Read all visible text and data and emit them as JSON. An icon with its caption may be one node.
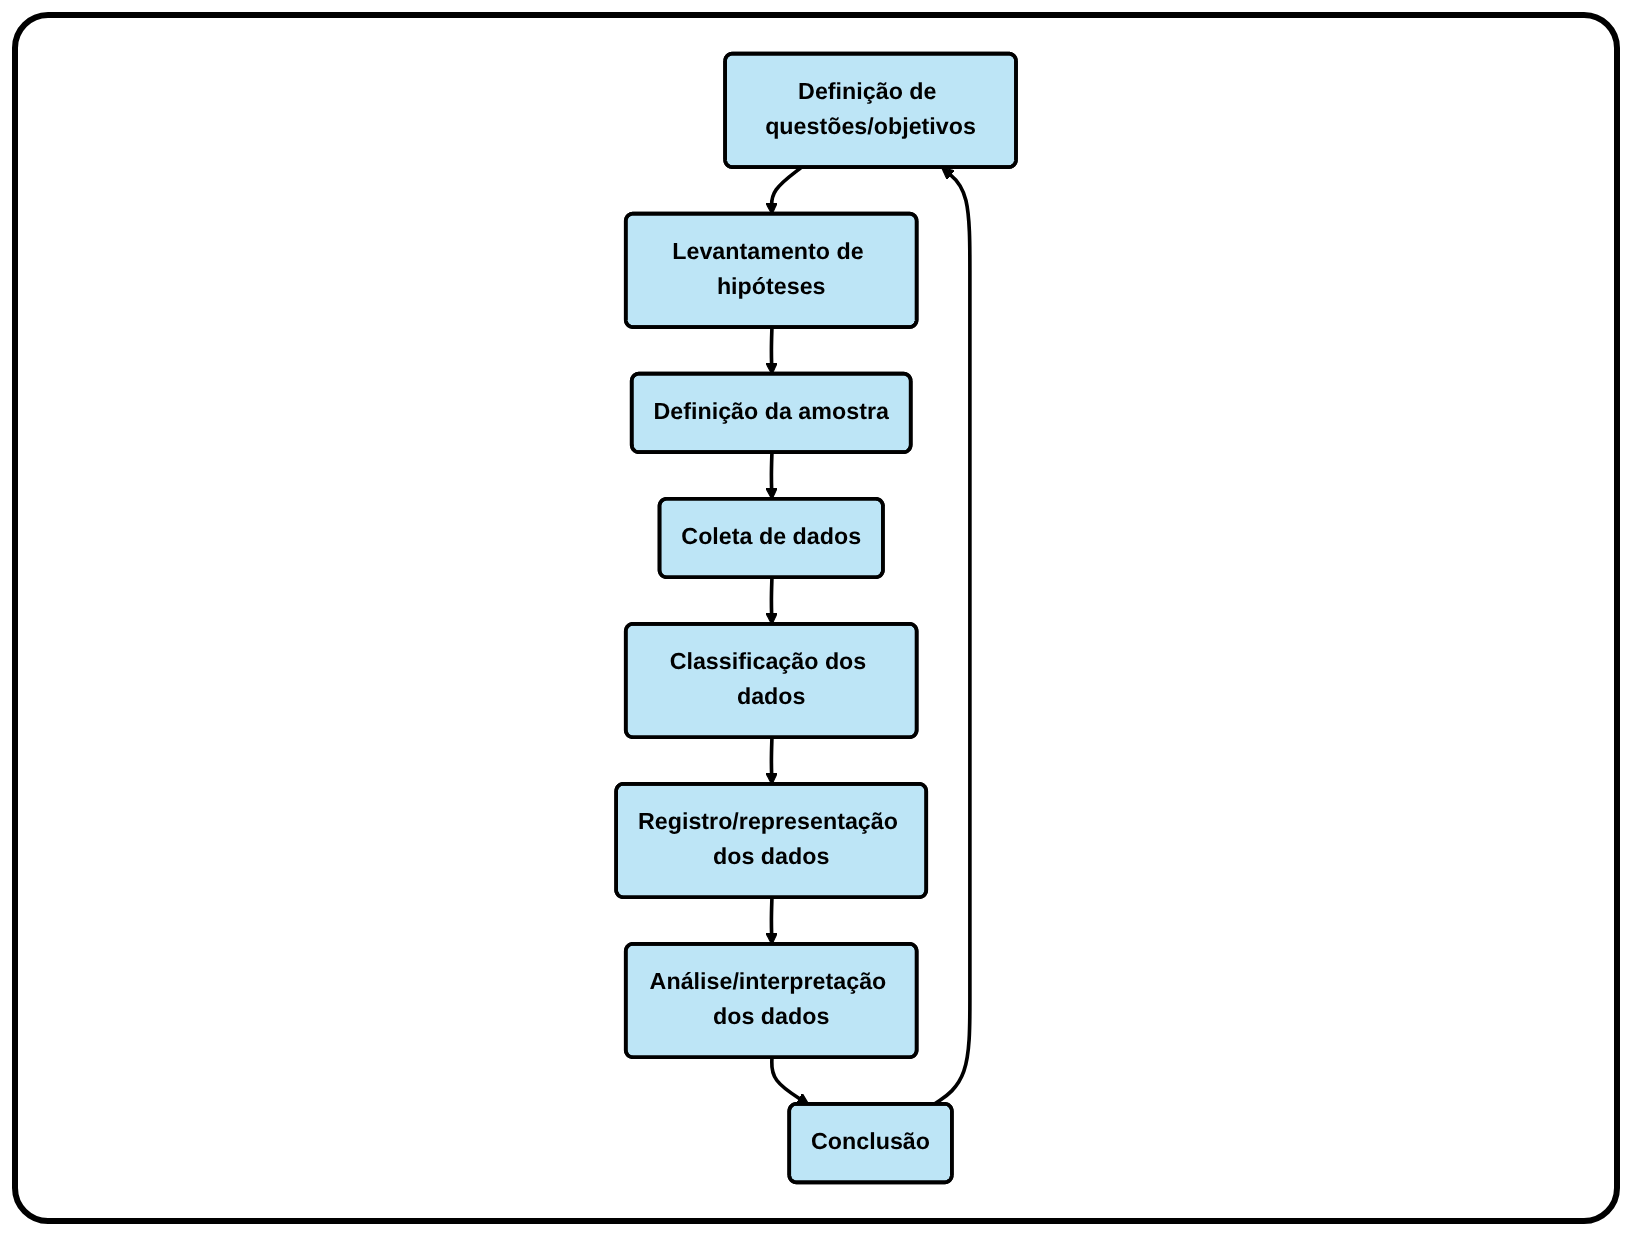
{
  "diagram": {
    "nodes": [
      {
        "text": [
          "Definição de questões/objetivos"
        ]
      },
      {
        "text": [
          "Levantamento de hipóteses"
        ]
      },
      {
        "text": [
          "Definição da amostra"
        ]
      },
      {
        "text": [
          "Coleta de dados"
        ]
      },
      {
        "text": [
          "Classificação dos dados"
        ]
      },
      {
        "text": [
          "Registro/representação dos dados"
        ]
      },
      {
        "text": [
          "Análise/interpretação dos dados"
        ]
      },
      {
        "text": [
          "Conclusão"
        ]
      }
    ],
    "edges": [
      {
        "from": 0,
        "to": 1,
        "arrow": "to"
      },
      {
        "from": 1,
        "to": 2,
        "arrow": "to"
      },
      {
        "from": 2,
        "to": 3,
        "arrow": "to"
      },
      {
        "from": 3,
        "to": 4,
        "arrow": "to"
      },
      {
        "from": 4,
        "to": 5,
        "arrow": "to"
      },
      {
        "from": 5,
        "to": 6,
        "arrow": "to"
      },
      {
        "from": 6,
        "to": 7,
        "arrow": "to"
      },
      {
        "from": 7,
        "to": 0,
        "arrow": "to"
      }
    ]
  }
}
